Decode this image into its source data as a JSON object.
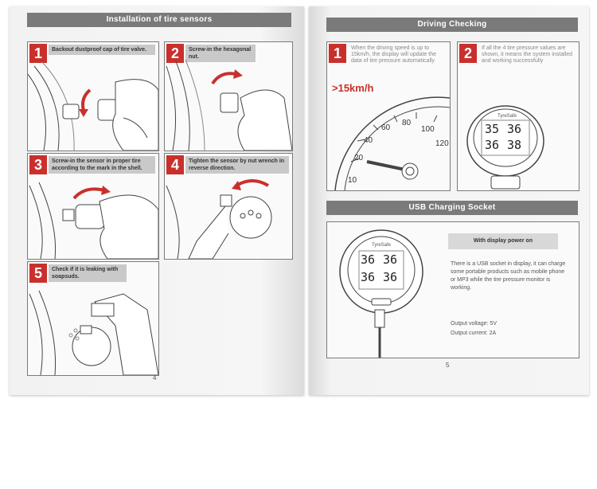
{
  "left_page": {
    "title": "Installation of tire sensors",
    "page_number": "4",
    "steps": [
      {
        "number": "1",
        "text": "Backout dustproof cap of tire valve."
      },
      {
        "number": "2",
        "text": "Screw-in the hexagonal nut."
      },
      {
        "number": "3",
        "text": "Screw-in the sensor in proper tire according to the mark in the shell."
      },
      {
        "number": "4",
        "text": "Tighten the sensor by nut wrench in reverse direction."
      },
      {
        "number": "5",
        "text": "Check if it is leaking with soapsuds."
      }
    ]
  },
  "right_page": {
    "page_number": "5",
    "driving": {
      "title": "Driving Checking",
      "step1": {
        "number": "1",
        "text": "When the driving speed is up to 15km/h, the display will update the data of tire pressure automatically"
      },
      "step2": {
        "number": "2",
        "text": "If all the 4 tire pressure values are shown, it means the system installed and working successfully"
      },
      "speed_label": ">15km/h",
      "gauge_ticks": [
        "10",
        "20",
        "40",
        "60",
        "80",
        "100",
        "120"
      ],
      "display_brand": "TyreSafe",
      "display_values": [
        "35",
        "36",
        "36",
        "38"
      ]
    },
    "usb": {
      "title": "USB Charging Socket",
      "button_label": "With display power on",
      "description": "There is a USB socket in display, it can charge some portable products such as mobile phone or MP3 while the tire pressure monitor is working.",
      "voltage": "Output voltage: 5V",
      "current": "Output current: 2A",
      "display_brand": "TyreSafe",
      "display_values": [
        "36",
        "36",
        "36",
        "36"
      ]
    }
  }
}
